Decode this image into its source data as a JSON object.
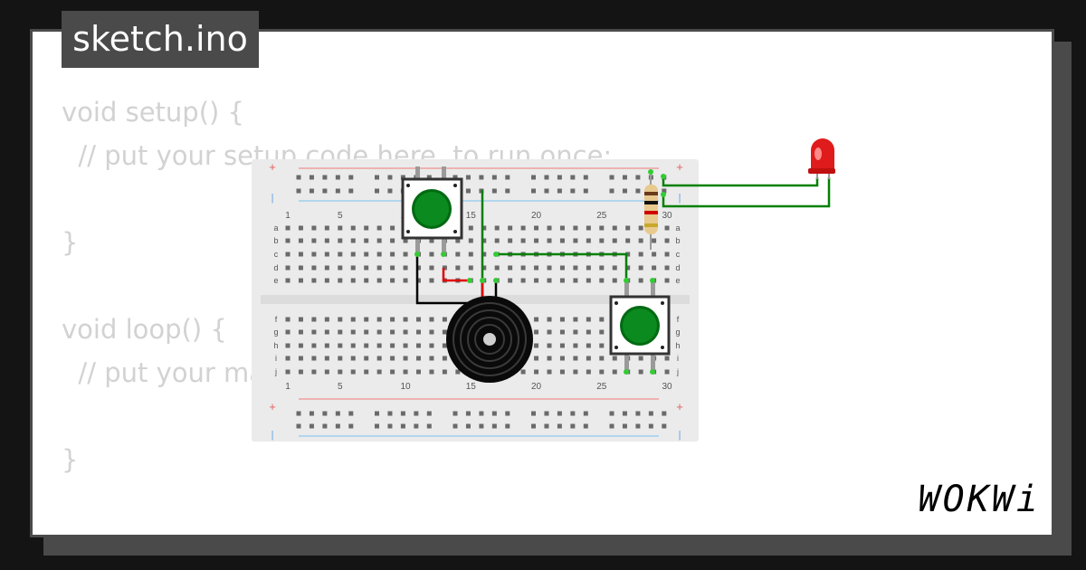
{
  "file_tab": {
    "name": "sketch.ino"
  },
  "code": {
    "lines": [
      "void setup() {",
      "  // put your setup code here, to run once:",
      "",
      "}",
      "",
      "void loop() {",
      "  // put your main code here, to run repeatedly:",
      "",
      "}"
    ]
  },
  "breadboard": {
    "column_numbers": [
      "1",
      "5",
      "10",
      "15",
      "20",
      "25",
      "30"
    ],
    "top_rows": [
      "a",
      "b",
      "c",
      "d",
      "e"
    ],
    "bottom_rows": [
      "f",
      "g",
      "h",
      "i",
      "j"
    ],
    "rail_plus": "+",
    "rail_minus": "-"
  },
  "components": [
    {
      "type": "pushbutton",
      "color": "#007a15"
    },
    {
      "type": "pushbutton",
      "color": "#007a15"
    },
    {
      "type": "buzzer",
      "color": "#000000"
    },
    {
      "type": "resistor"
    },
    {
      "type": "led",
      "color": "#e01b1b"
    }
  ],
  "wire_colors": {
    "signal": "#008000",
    "ground": "#000000",
    "power": "#e00000"
  },
  "brand": {
    "logo": "WOKWi"
  }
}
